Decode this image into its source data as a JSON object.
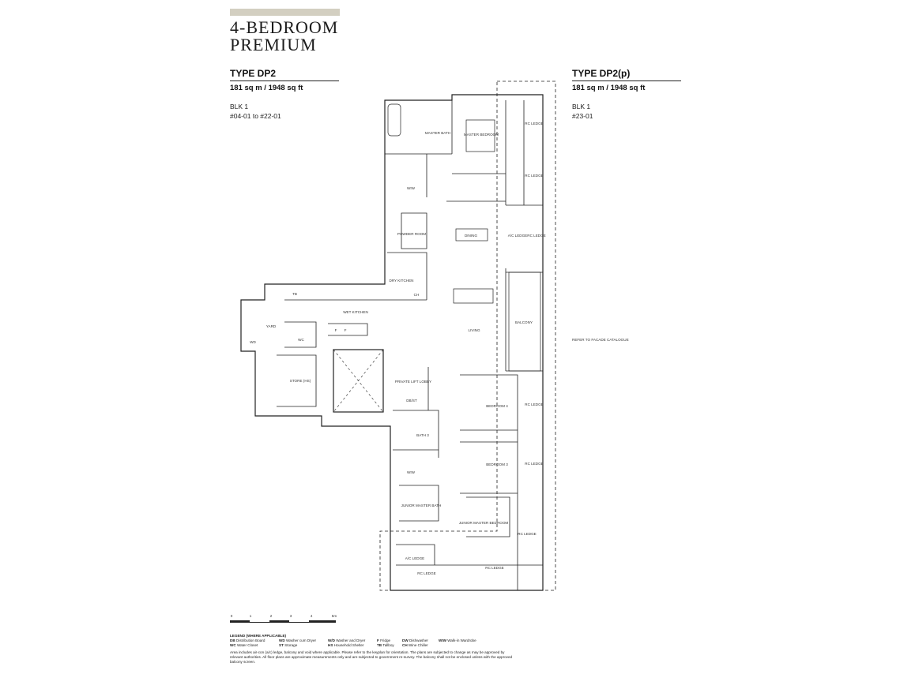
{
  "title_line1": "4-BEDROOM",
  "title_line2": "PREMIUM",
  "left": {
    "type": "TYPE DP2",
    "area": "181 sq m / 1948 sq ft",
    "blk": "BLK 1",
    "units": "#04-01 to #22-01"
  },
  "right": {
    "type": "TYPE DP2(p)",
    "area": "181 sq m / 1948 sq ft",
    "blk": "BLK 1",
    "units": "#23-01"
  },
  "rooms": {
    "master_bath": "MASTER BATH",
    "master_bedroom": "MASTER BEDROOM",
    "rc_ledge": "RC LEDGE",
    "wiw": "WIW",
    "powder_room": "POWDER ROOM",
    "dining": "DINING",
    "ac_ledge": "A/C LEDGE",
    "dry_kitchen": "DRY KITCHEN",
    "ch": "CH",
    "tb": "TB",
    "wet_kitchen": "WET KITCHEN",
    "yard": "YARD",
    "wd": "WD",
    "wc": "WC",
    "f": "F",
    "store": "STORE (HS)",
    "living": "LIVING",
    "balcony": "BALCONY",
    "facade": "REFER TO FACADE CATALOGUE",
    "lift_lobby": "PRIVATE LIFT LOBBY",
    "dbst": "DB/ST",
    "bedroom4": "BEDROOM 4",
    "bath3": "BATH 3",
    "bedroom3": "BEDROOM 3",
    "jr_bath": "JUNIOR MASTER BATH",
    "jr_bedroom": "JUNIOR MASTER BEDROOM"
  },
  "scale": {
    "ticks": [
      "0",
      "1",
      "2",
      "3",
      "4",
      "5m"
    ]
  },
  "legend": {
    "heading": "LEGEND (WHERE APPLICABLE)",
    "items": [
      {
        "abbr": "DB",
        "text": "Distribution Board"
      },
      {
        "abbr": "WD",
        "text": "Washer cum Dryer"
      },
      {
        "abbr": "W/D",
        "text": "Washer and Dryer"
      },
      {
        "abbr": "F",
        "text": "Fridge"
      },
      {
        "abbr": "DW",
        "text": "Dishwasher"
      },
      {
        "abbr": "WIW",
        "text": "Walk-in Wardrobe"
      },
      {
        "abbr": "WC",
        "text": "Water Closet"
      },
      {
        "abbr": "ST",
        "text": "Storage"
      },
      {
        "abbr": "HS",
        "text": "Household Shelter"
      },
      {
        "abbr": "TB",
        "text": "Tallboy"
      },
      {
        "abbr": "CH",
        "text": "Wine Chiller"
      }
    ],
    "note": "Area includes air-con (a/c) ledge, balcony and void where applicable. Please refer to the keyplan for orientation. The plans are subjected to change as may be approved by relevant authorities. All floor plans are approximate measurements only and are subjected to government re-survey. The balcony shall not be enclosed unless with the approved balcony screen."
  }
}
